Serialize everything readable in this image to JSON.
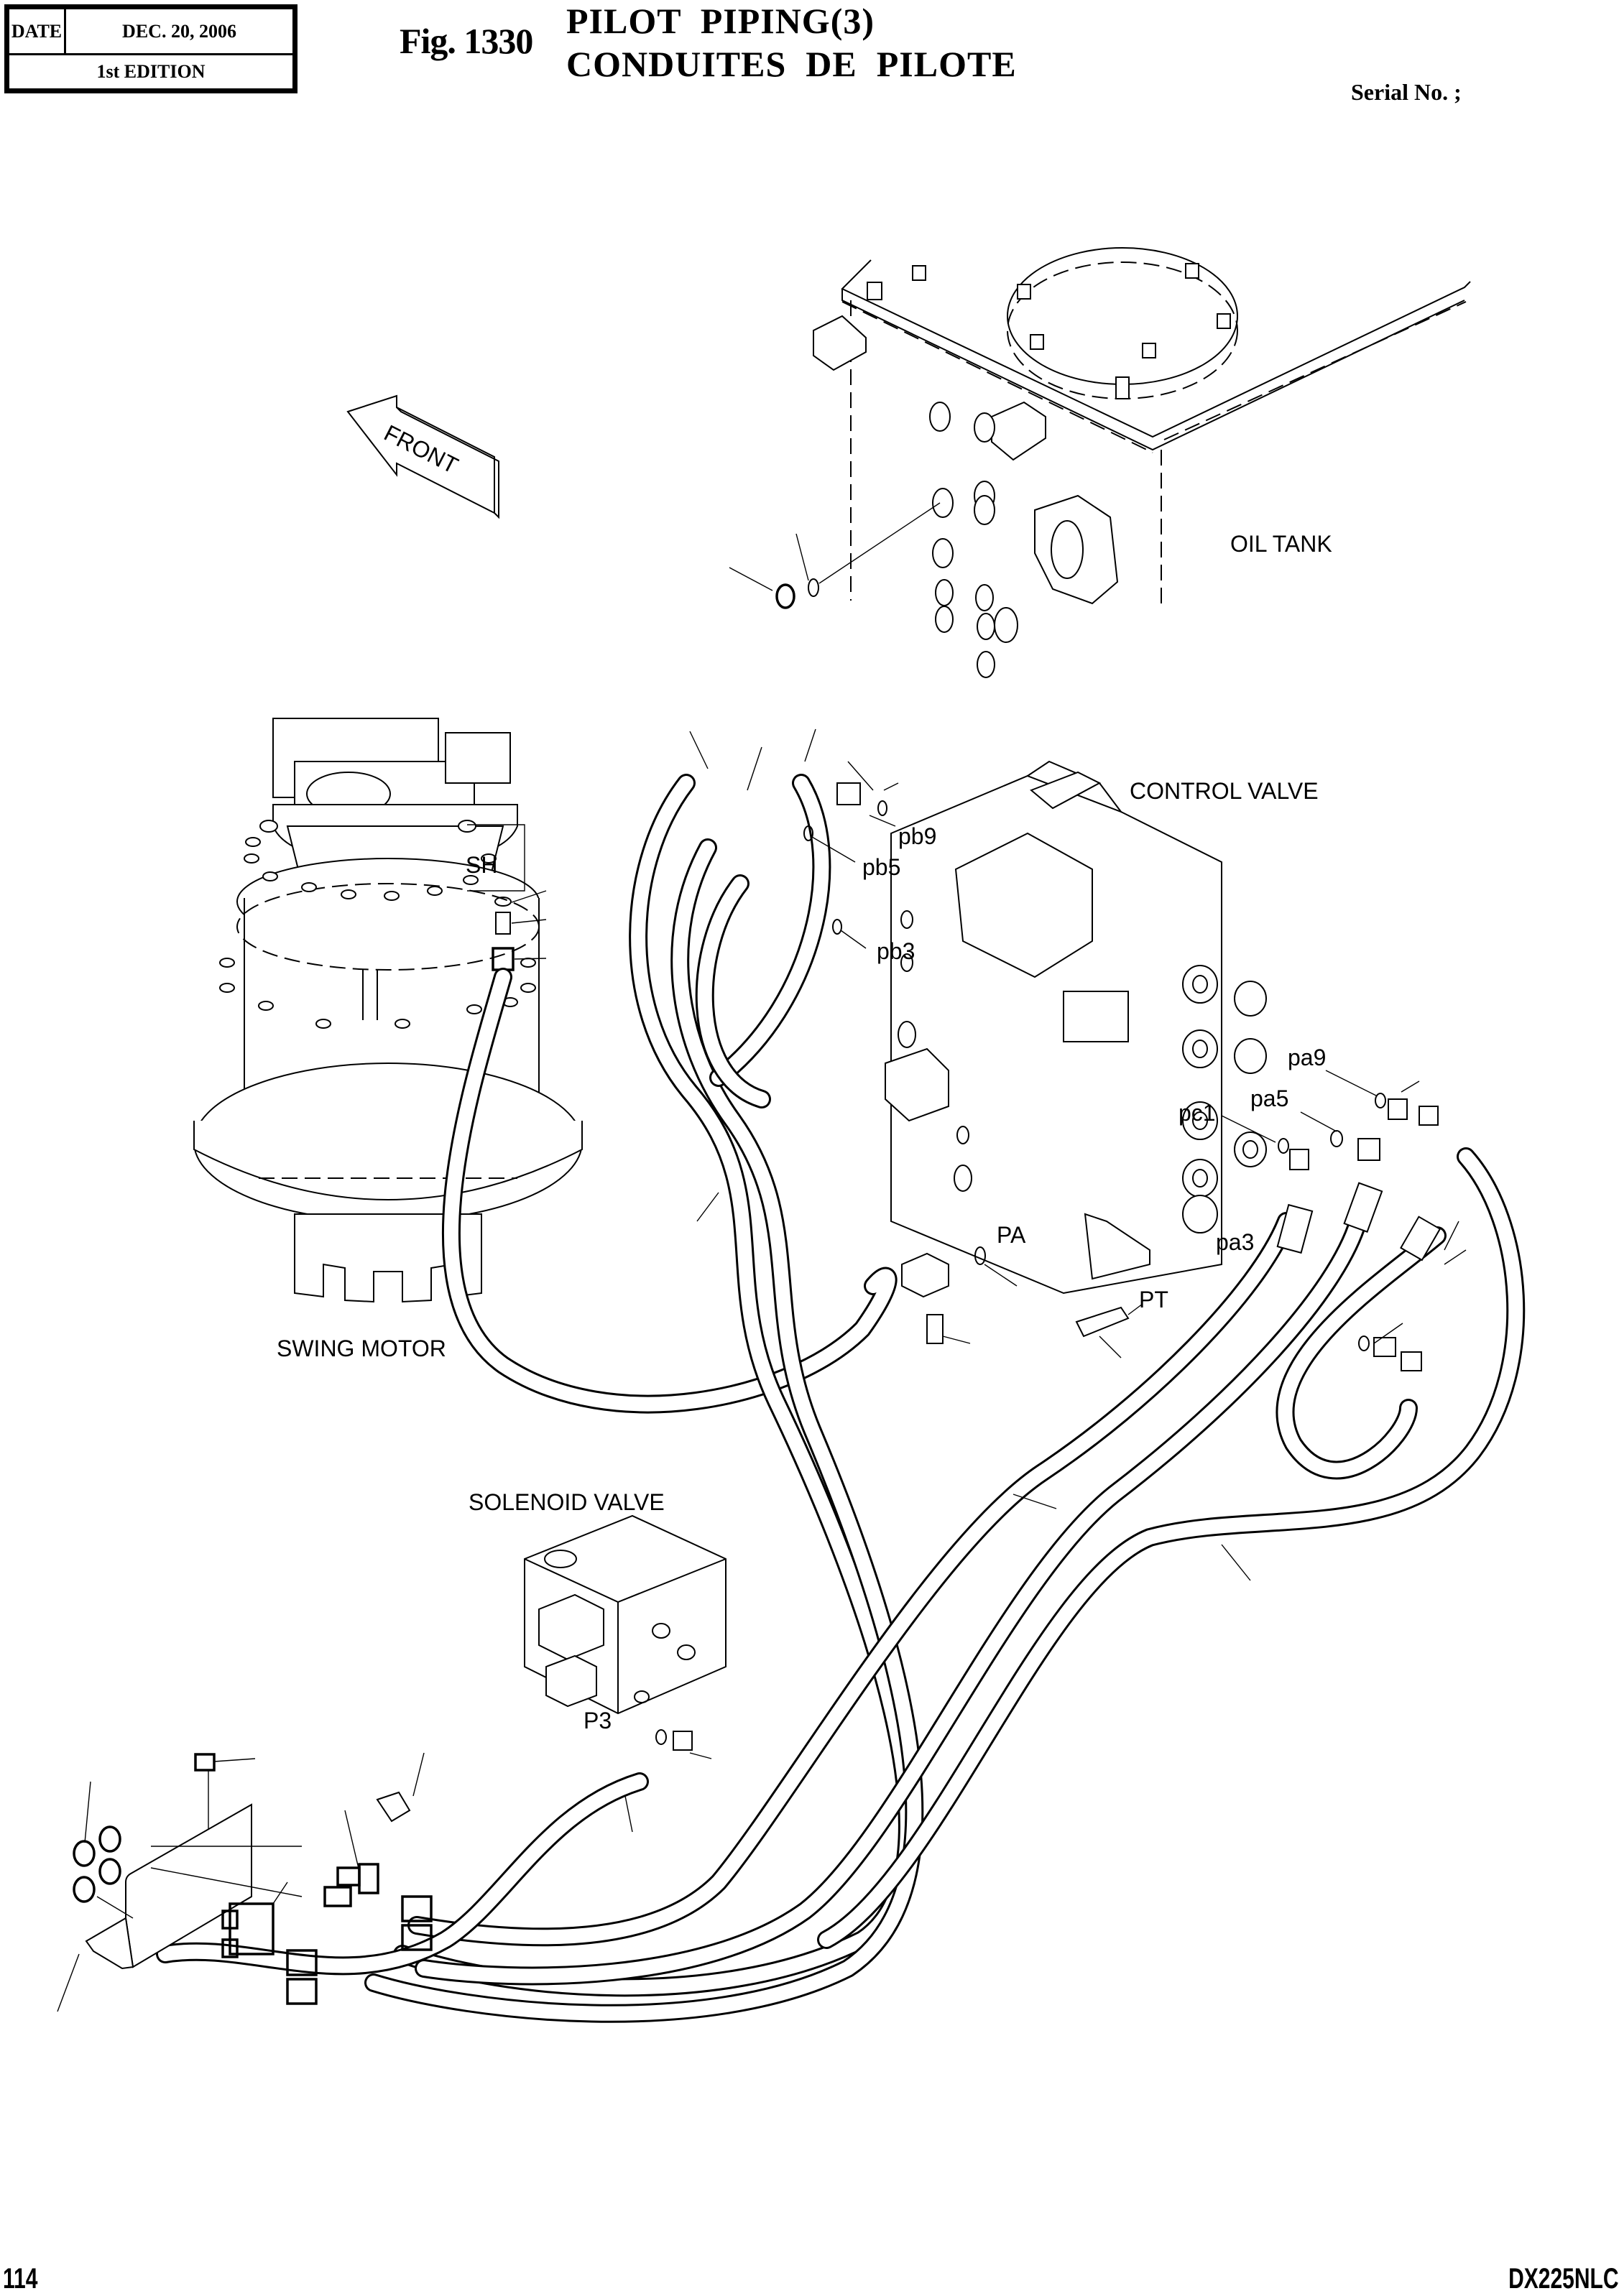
{
  "header": {
    "date_label": "DATE",
    "date_value": "DEC. 20, 2006",
    "edition": "1st EDITION",
    "figure_number": "Fig. 1330",
    "title_en": "PILOT  PIPING(3)",
    "title_fr": "CONDUITES  DE  PILOTE",
    "serial_label": "Serial No. ;"
  },
  "footer": {
    "page_number": "114",
    "model": "DX225NLC"
  },
  "diagram": {
    "direction_arrow": "FRONT",
    "components": {
      "oil_tank": "OIL TANK",
      "control_valve": "CONTROL VALVE",
      "swing_motor": "SWING MOTOR",
      "solenoid_valve": "SOLENOID VALVE"
    },
    "ports": {
      "sh": "SH",
      "pb9": "pb9",
      "pb5": "pb5",
      "pb3": "pb3",
      "pa9": "pa9",
      "pa5": "pa5",
      "pc1": "pc1",
      "pa3": "pa3",
      "pa": "PA",
      "pt": "PT",
      "p3": "P3"
    }
  }
}
